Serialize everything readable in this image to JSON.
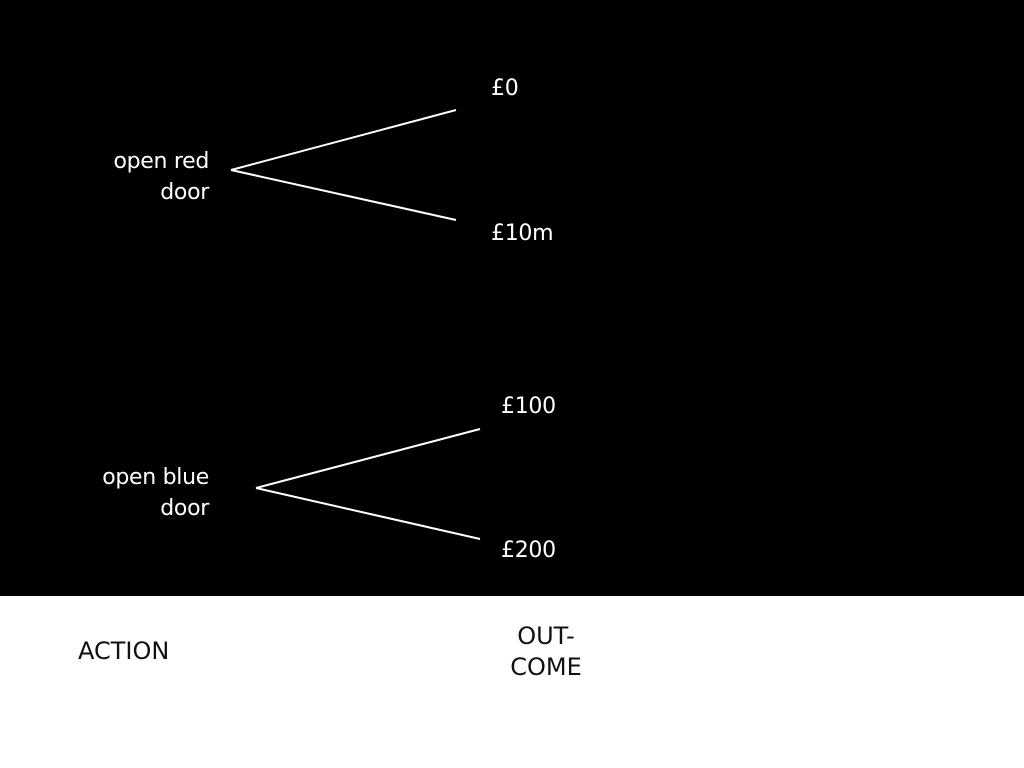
{
  "tree": {
    "branches": [
      {
        "action": [
          "open red",
          "door"
        ],
        "outcomes": [
          "£0",
          "£10m"
        ]
      },
      {
        "action": [
          "open blue",
          "door"
        ],
        "outcomes": [
          "£100",
          "£200"
        ]
      }
    ]
  },
  "footer": {
    "action_heading": "ACTION",
    "outcome_heading": [
      "OUT-",
      "COME"
    ]
  },
  "colors": {
    "panel": "#000000",
    "line": "#ffffff",
    "text_on_dark": "#ffffff",
    "text_on_light": "#111111"
  }
}
